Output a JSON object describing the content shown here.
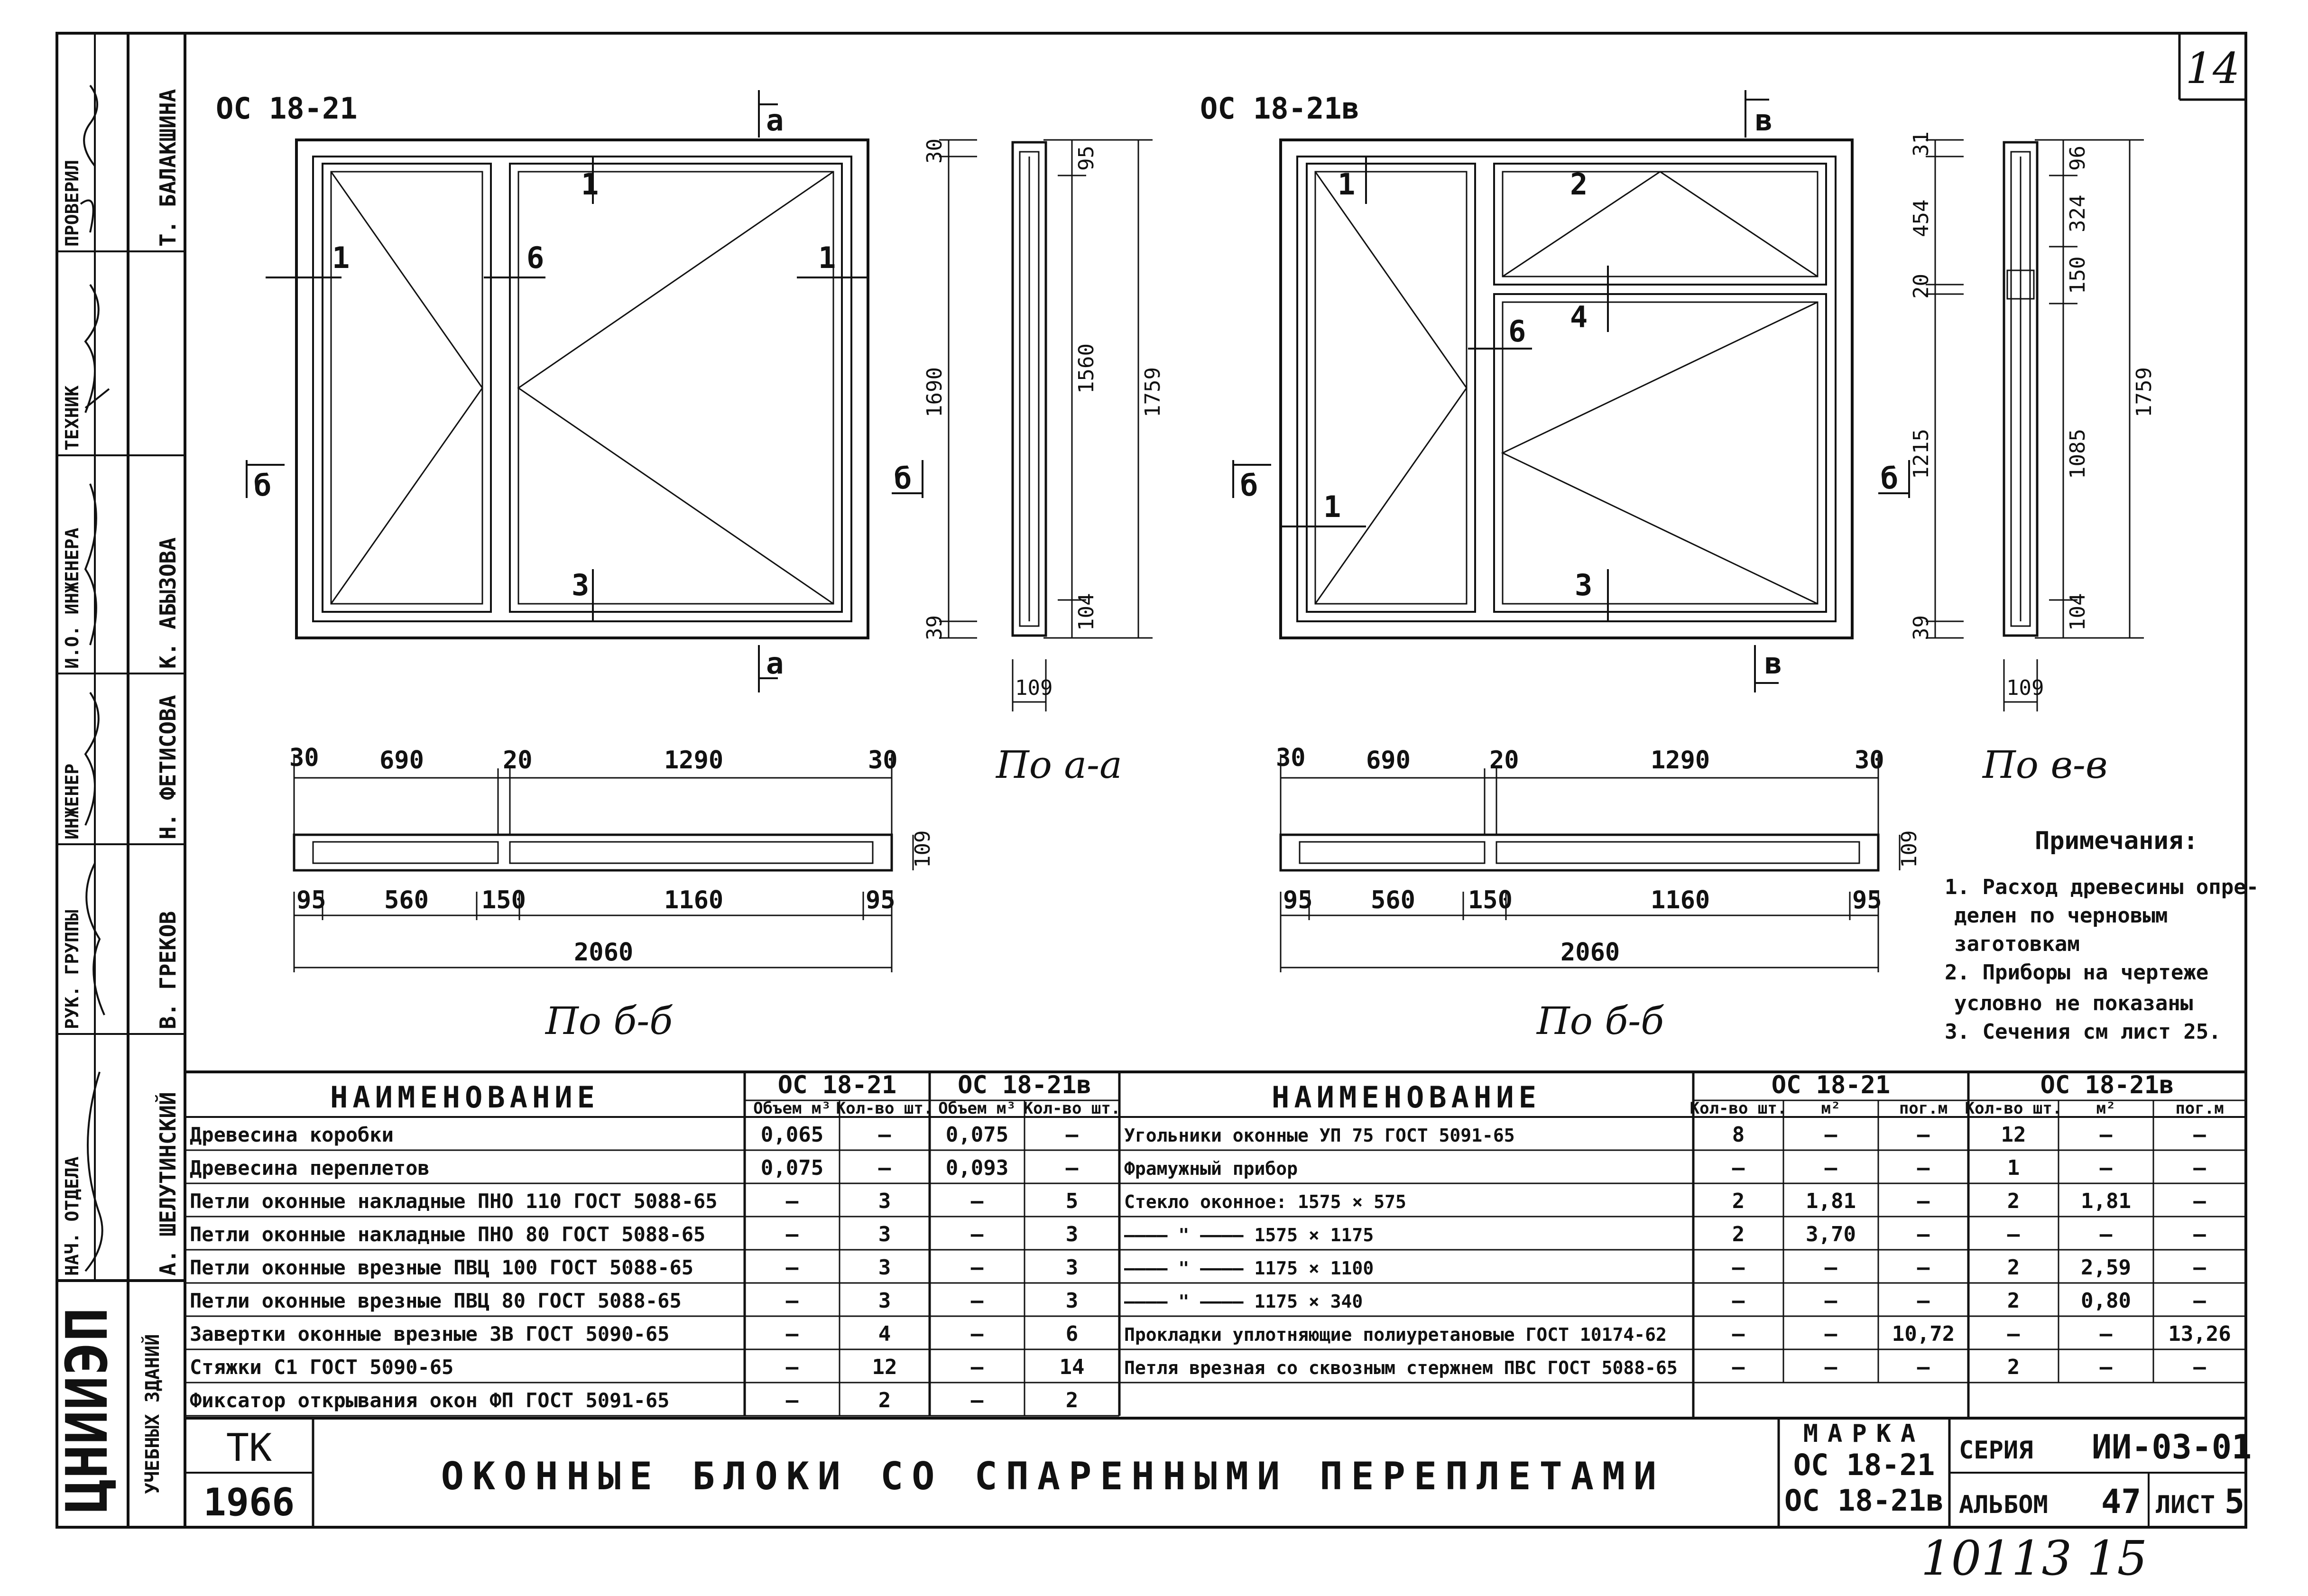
{
  "sheet_number": "14",
  "archive_number": "10113 15",
  "stamp": {
    "org": "ЦНИИЭП",
    "org_sub": "УЧЕБНЫХ ЗДАНИЙ",
    "roles": [
      "ПРОВЕРИЛ",
      "ТЕХНИК",
      "И.О. ИНЖЕНЕРА",
      "ИНЖЕНЕР",
      "РУК. ГРУППЫ",
      "НАЧ. ОТДЕЛА"
    ],
    "names": [
      "Т. БАЛАКШИНА",
      "",
      "К. АБЫЗОВА",
      "Н. ФЕТИСОВА",
      "В. ГРЕКОВ",
      "А. ШЕЛУТИНСКИЙ"
    ]
  },
  "window_a": {
    "mark": "ОС 18-21",
    "section_aa": "а",
    "section_bb": "б",
    "part_labels": [
      "1",
      "1",
      "1",
      "6",
      "3"
    ],
    "dims_v": [
      "30",
      "1690",
      "39",
      "95",
      "1560",
      "104",
      "1759"
    ],
    "dim_depth": "109",
    "view_aa": "По а-а",
    "dims_top": [
      "30",
      "690",
      "20",
      "1290",
      "30"
    ],
    "dim_frame": "109",
    "dims_bottom": [
      "95",
      "560",
      "150",
      "1160",
      "95"
    ],
    "total_width": "2060",
    "view_bb": "По б-б"
  },
  "window_b": {
    "mark": "ОС 18-21в",
    "section_vv": "в",
    "section_bb": "б",
    "part_labels": [
      "1",
      "2",
      "4",
      "6",
      "1",
      "3"
    ],
    "dims_v": [
      "31",
      "454",
      "20",
      "1215",
      "39",
      "96",
      "324",
      "150",
      "1085",
      "104",
      "1759"
    ],
    "dim_depth": "109",
    "view_vv": "По в-в",
    "dims_top": [
      "30",
      "690",
      "20",
      "1290",
      "30"
    ],
    "dim_frame": "109",
    "dims_bottom": [
      "95",
      "560",
      "150",
      "1160",
      "95"
    ],
    "total_width": "2060",
    "view_bb": "По б-б"
  },
  "notes": {
    "title": "Примечания:",
    "lines": [
      "1. Расход древесины опре-",
      "делен по черновым",
      "заготовкам",
      "2. Приборы на чертеже",
      "условно не показаны",
      "3. Сечения см лист 25."
    ]
  },
  "table_left": {
    "header": "НАИМЕНОВАНИЕ",
    "group_a": "ОС 18-21",
    "group_b": "ОС 18-21в",
    "col_volume": "Объем м³",
    "col_qty": "Кол-во шт.",
    "rows": [
      {
        "name": "Древесина коробки",
        "v1": "0,065",
        "q1": "—",
        "v2": "0,075",
        "q2": "—"
      },
      {
        "name": "Древесина переплетов",
        "v1": "0,075",
        "q1": "—",
        "v2": "0,093",
        "q2": "—"
      },
      {
        "name": "Петли оконные накладные ПНО 110 ГОСТ 5088-65",
        "v1": "—",
        "q1": "3",
        "v2": "—",
        "q2": "5"
      },
      {
        "name": "Петли оконные накладные ПНО 80 ГОСТ 5088-65",
        "v1": "—",
        "q1": "3",
        "v2": "—",
        "q2": "3"
      },
      {
        "name": "Петли оконные врезные ПВЦ 100 ГОСТ 5088-65",
        "v1": "—",
        "q1": "3",
        "v2": "—",
        "q2": "3"
      },
      {
        "name": "Петли оконные врезные ПВЦ 80 ГОСТ 5088-65",
        "v1": "—",
        "q1": "3",
        "v2": "—",
        "q2": "3"
      },
      {
        "name": "Завертки оконные врезные ЗВ ГОСТ 5090-65",
        "v1": "—",
        "q1": "4",
        "v2": "—",
        "q2": "6"
      },
      {
        "name": "Стяжки С1 ГОСТ 5090-65",
        "v1": "—",
        "q1": "12",
        "v2": "—",
        "q2": "14"
      },
      {
        "name": "Фиксатор открывания окон ФП ГОСТ 5091-65",
        "v1": "—",
        "q1": "2",
        "v2": "—",
        "q2": "2"
      }
    ]
  },
  "table_right": {
    "header": "НАИМЕНОВАНИЕ",
    "group_a": "ОС 18-21",
    "group_b": "ОС 18-21в",
    "col_qty": "Кол-во шт.",
    "col_m2": "м²",
    "col_pm": "пог.м",
    "rows": [
      {
        "name": "Угольники оконные УП 75 ГОСТ 5091-65",
        "a1": "8",
        "a2": "—",
        "a3": "—",
        "b1": "12",
        "b2": "—",
        "b3": "—"
      },
      {
        "name": "Фрамужный прибор",
        "a1": "—",
        "a2": "—",
        "a3": "—",
        "b1": "1",
        "b2": "—",
        "b3": "—"
      },
      {
        "name": "Стекло оконное: 1575 × 575",
        "a1": "2",
        "a2": "1,81",
        "a3": "—",
        "b1": "2",
        "b2": "1,81",
        "b3": "—"
      },
      {
        "name": "———— \" ———— 1575 × 1175",
        "a1": "2",
        "a2": "3,70",
        "a3": "—",
        "b1": "—",
        "b2": "—",
        "b3": "—"
      },
      {
        "name": "———— \" ———— 1175 × 1100",
        "a1": "—",
        "a2": "—",
        "a3": "—",
        "b1": "2",
        "b2": "2,59",
        "b3": "—"
      },
      {
        "name": "———— \" ———— 1175 × 340",
        "a1": "—",
        "a2": "—",
        "a3": "—",
        "b1": "2",
        "b2": "0,80",
        "b3": "—"
      },
      {
        "name": "Прокладки уплотняющие полиуретановые ГОСТ 10174-62",
        "a1": "—",
        "a2": "—",
        "a3": "10,72",
        "b1": "—",
        "b2": "—",
        "b3": "13,26"
      },
      {
        "name": "Петля врезная со сквозным стержнем ПВС ГОСТ 5088-65",
        "a1": "—",
        "a2": "—",
        "a3": "—",
        "b1": "2",
        "b2": "—",
        "b3": "—"
      }
    ]
  },
  "title_block": {
    "tk": "ТК",
    "year": "1966",
    "title": "ОКОННЫЕ БЛОКИ СО СПАРЕННЫМИ ПЕРЕПЛЕТАМИ",
    "marka_label": "МАРКА",
    "marka_1": "ОС 18-21",
    "marka_2": "ОС 18-21в",
    "series_label": "СЕРИЯ",
    "series": "ИИ-03-01",
    "album_label": "АЛЬБОМ",
    "album": "47",
    "sheet_label": "ЛИСТ",
    "sheet": "5"
  }
}
